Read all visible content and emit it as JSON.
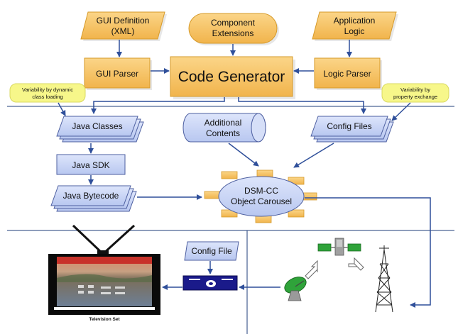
{
  "top": {
    "gui_definition": [
      "GUI Definition",
      "(XML)"
    ],
    "component_extensions": [
      "Component",
      "Extensions"
    ],
    "application_logic": [
      "Application",
      "Logic"
    ],
    "gui_parser": "GUI Parser",
    "code_generator": "Code Generator",
    "logic_parser": "Logic Parser"
  },
  "notes": {
    "variability_dynamic": [
      "Variability by dynamic",
      "class loading"
    ],
    "variability_property": [
      "Variability by",
      "property exchange"
    ]
  },
  "middle": {
    "java_classes": "Java Classes",
    "additional_contents": [
      "Additional",
      "Contents"
    ],
    "config_files": "Config Files",
    "java_sdk": "Java SDK",
    "java_bytecode": "Java Bytecode",
    "dsmcc": [
      "DSM-CC",
      "Object Carousel"
    ]
  },
  "bottom": {
    "config_file": "Config File",
    "television_set": "Television Set"
  },
  "colors": {
    "orange": "#f7c361",
    "orange_stroke": "#d69a2a",
    "blue": "#c9d5f5",
    "blue_stroke": "#4d5fa0",
    "arrow": "#2f4f9a",
    "note_yellow": "#f7f78a",
    "line": "#1f3d7a"
  }
}
